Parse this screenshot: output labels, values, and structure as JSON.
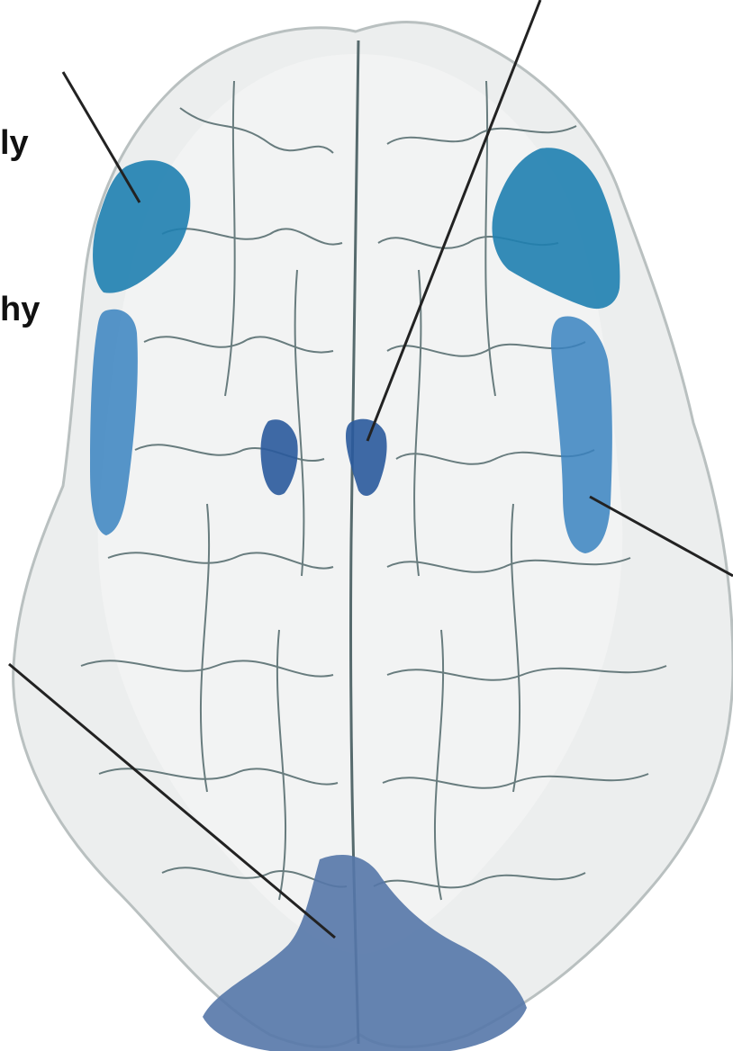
{
  "labels": {
    "label_1": "ly",
    "label_2": "hy"
  },
  "colors": {
    "background": "#ffffff",
    "brain_surface": "#e9ebeb",
    "brain_outline": "#b9bfbf",
    "sulcus_lines": "#2f4a4e",
    "region_light_blue": "#1f7fb0",
    "region_mid_blue": "#3a7ab8",
    "region_dark_blue": "#2a5a9c",
    "region_occipital": "#5577a8",
    "pointer_lines": "#222222"
  },
  "regions": [
    "left-dorsolateral-prefrontal-region",
    "right-dorsolateral-prefrontal-region",
    "left-lateral-strip-region",
    "right-lateral-strip-region",
    "left-medial-small-region",
    "right-medial-small-region",
    "occipital-region"
  ]
}
